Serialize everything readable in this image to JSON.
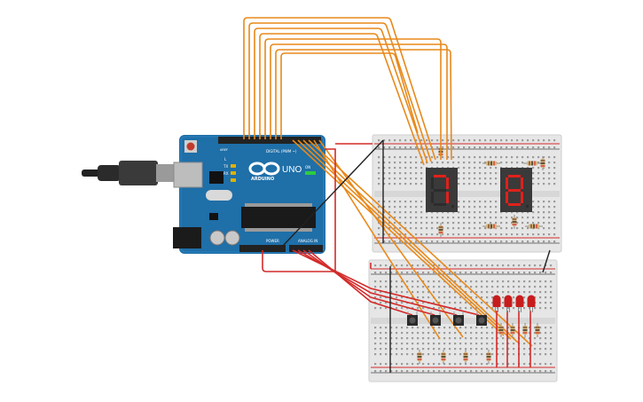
{
  "arduino": {
    "logo_text": "ARDUINO",
    "model": "UNO",
    "digital_header_label": "DIGITAL (PWM ~)",
    "power_label": "POWER",
    "analog_label": "ANALOG IN",
    "aref_label": "AREF",
    "tx_label": "TX",
    "rx_label": "RX",
    "l_label": "L",
    "on_label": "ON",
    "board_color": "#1f6fa8"
  },
  "displays": {
    "left_digit": "7",
    "right_digit": "8",
    "segment_on_color": "#e0201b",
    "segment_off_color": "#2c2c2c"
  },
  "wire_colors": {
    "orange": "#e8891a",
    "red": "#d42a2a",
    "black": "#222222"
  },
  "leds": {
    "count": 4,
    "color": "#c81c1c"
  },
  "buttons": {
    "count": 4
  }
}
